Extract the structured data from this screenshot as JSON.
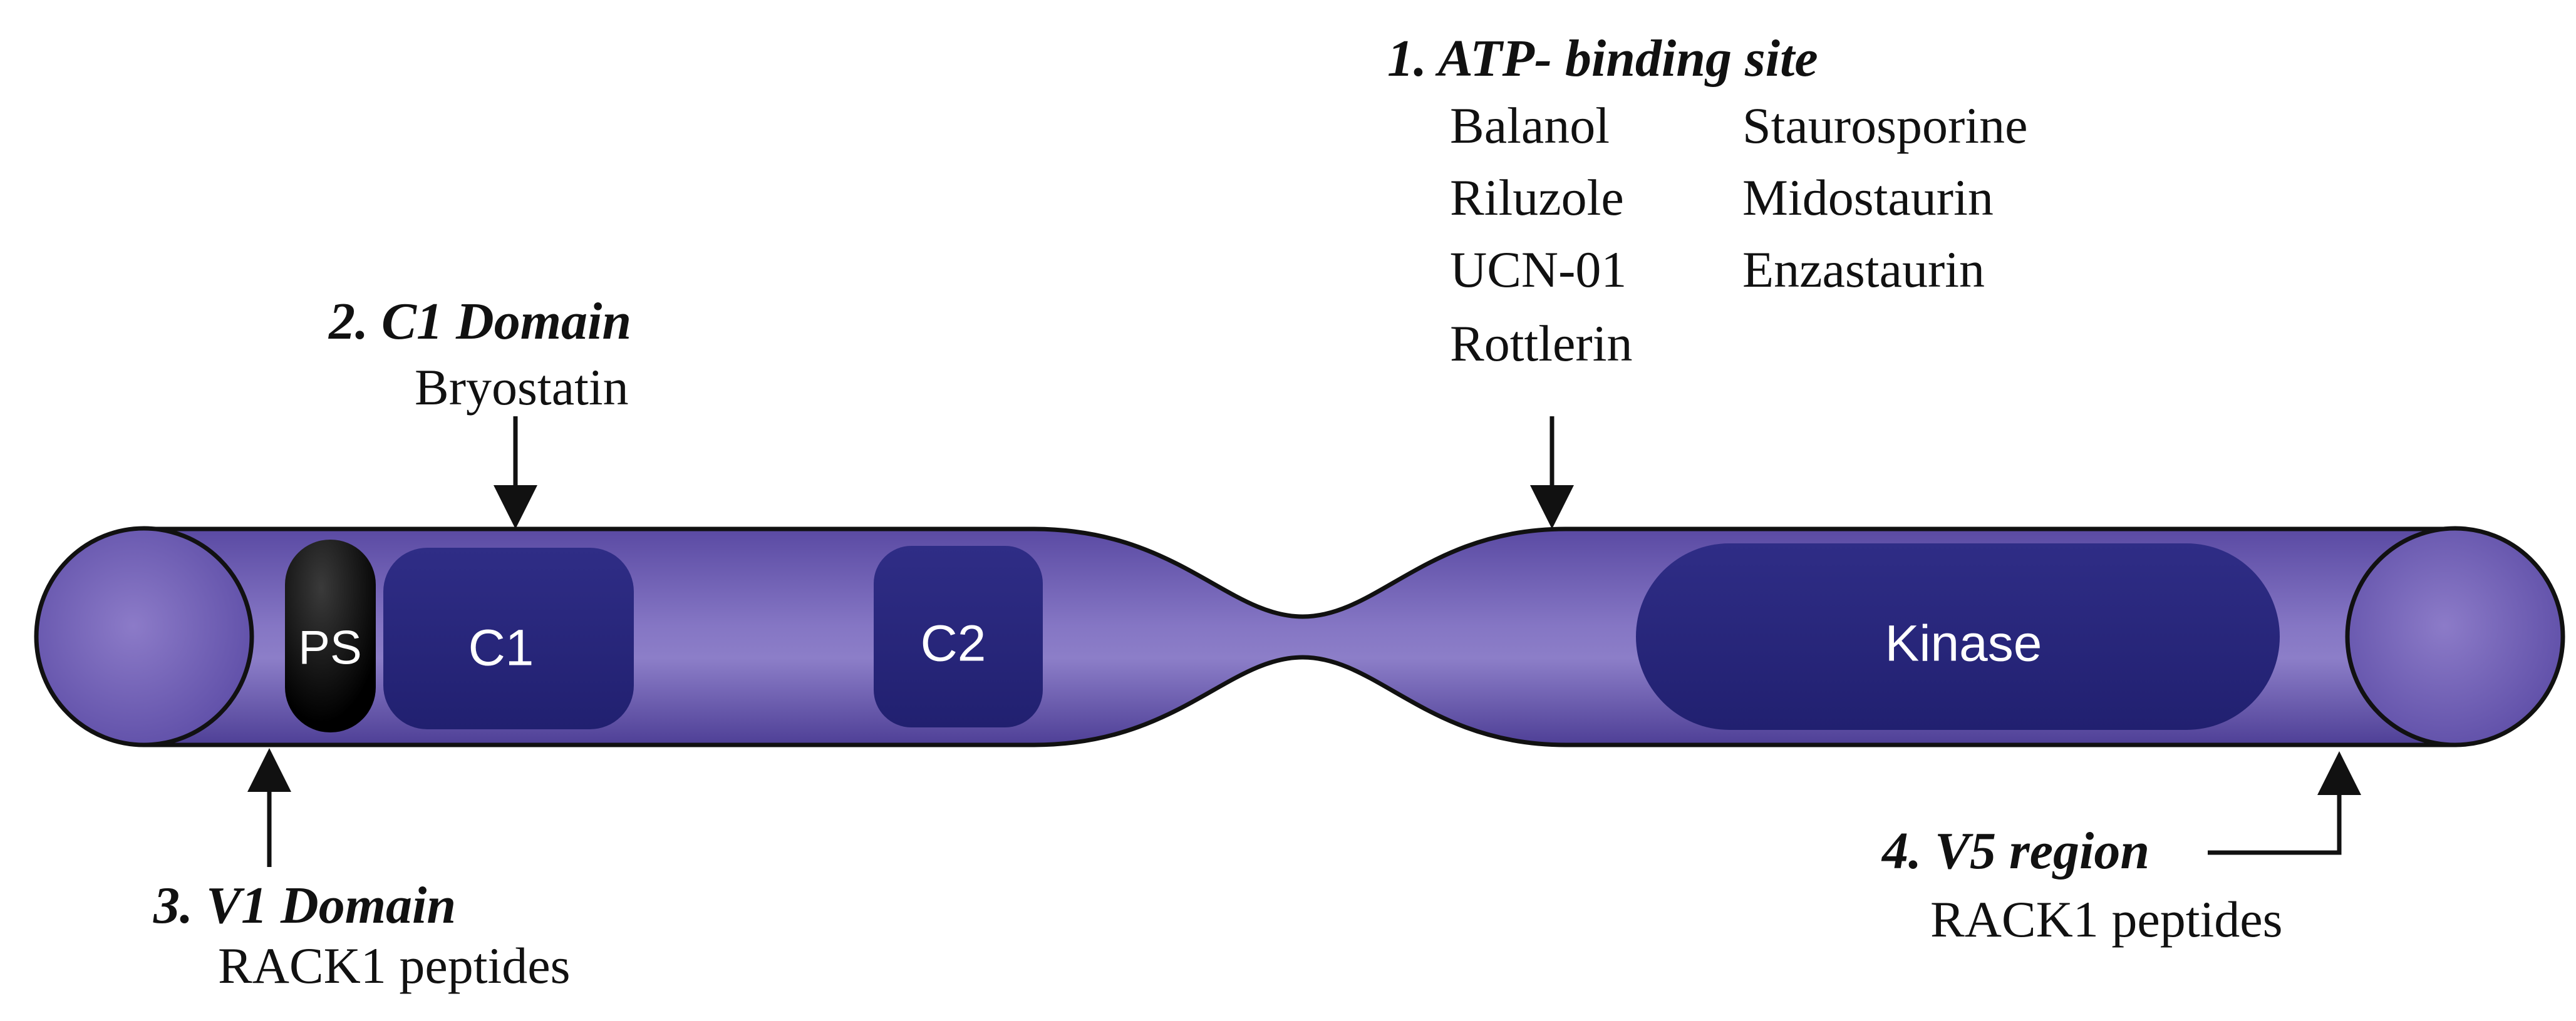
{
  "domains": {
    "ps": "PS",
    "c1": "C1",
    "c2": "C2",
    "kinase": "Kinase"
  },
  "sites": {
    "atp": {
      "title": "1. ATP- binding site",
      "drugs_left": [
        "Balanol",
        "Riluzole",
        "UCN-01",
        "Rottlerin"
      ],
      "drugs_right": [
        "Staurosporine",
        "Midostaurin",
        "Enzastaurin"
      ]
    },
    "c1": {
      "title": "2. C1 Domain",
      "drug": "Bryostatin"
    },
    "v1": {
      "title": "3. V1 Domain",
      "drug": "RACK1 peptides"
    },
    "v5": {
      "title": "4. V5 region",
      "drug": "RACK1 peptides"
    }
  },
  "colors": {
    "tube": "#6a58b0",
    "tube_highlight": "#9284cc",
    "end_cap": "#7b68bd",
    "domain": "#28267a",
    "ps": "#000000",
    "outline": "#111111"
  }
}
